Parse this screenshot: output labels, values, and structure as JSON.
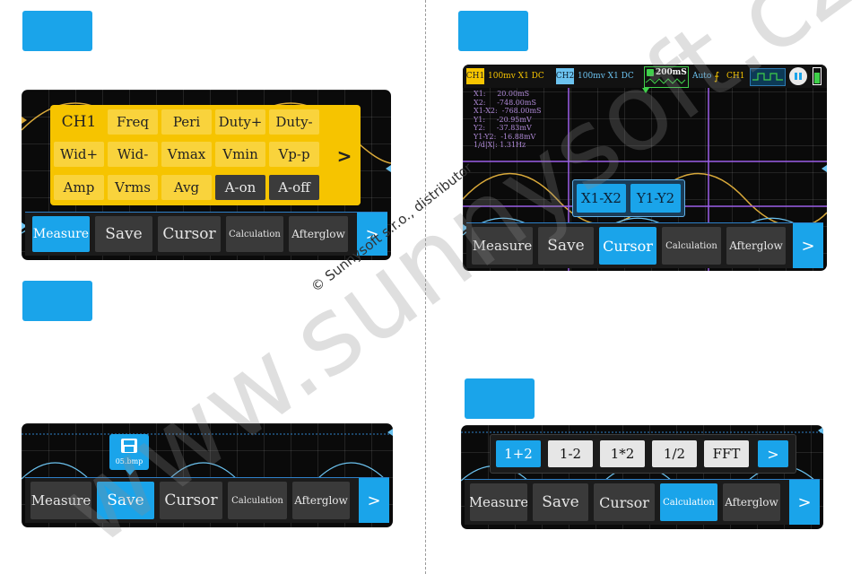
{
  "colors": {
    "accent": "#1aa4ea",
    "popup_yellow": "#f6c400",
    "screen": "#0a0a0a",
    "cursor_line": "#9b5ee8",
    "ch1_wave": "#d9a93a",
    "ch2_wave": "#6cc3f0"
  },
  "panel1": {
    "measure_grid": [
      [
        "CH1",
        "Freq",
        "Peri",
        "Duty+",
        "Duty-"
      ],
      [
        "Wid+",
        "Wid-",
        "Vmax",
        "Vmin",
        "Vp-p"
      ],
      [
        "Amp",
        "Vrms",
        "Avg",
        "A-on",
        "A-off"
      ]
    ],
    "next_glyph": ">",
    "menu": [
      "Measure",
      "Save",
      "Cursor",
      "Calculation",
      "Afterglow"
    ],
    "arrow": ">"
  },
  "panel2": {
    "status": {
      "ch1": "CH1",
      "ch1_settings": "100mv  X1  DC",
      "ch2": "CH2",
      "ch2_settings": "100mv  X1  DC",
      "timebase": "200mS",
      "trigger_mode": "Auto",
      "trigger_source": "CH1"
    },
    "readout": "X1:     20.00mS\nX2:     -748.00mS\nX1-X2:  -768.00mS\nY1:     -20.95mV\nY2:     -37.83mV\nY1-Y2:  -16.88mV\n1/d|X|: 1.31Hz",
    "cursor_buttons": [
      "X1-X2",
      "Y1-Y2"
    ],
    "menu": [
      "Measure",
      "Save",
      "Cursor",
      "Calculation",
      "Afterglow"
    ],
    "arrow": ">"
  },
  "panel3": {
    "save_file": "05.bmp",
    "menu": [
      "Measure",
      "Save",
      "Cursor",
      "Calculation",
      "Afterglow"
    ],
    "arrow": ">"
  },
  "panel4": {
    "calc_ops": [
      "1+2",
      "1-2",
      "1*2",
      "1/2",
      "FFT"
    ],
    "calc_next": ">",
    "menu": [
      "Measure",
      "Save",
      "Cursor",
      "Calculation",
      "Afterglow"
    ],
    "arrow": ">"
  },
  "watermark": {
    "small": "© Sunnysoft s.r.o., distributor",
    "large": "www.sunnysoft.cz"
  },
  "icons": [
    "save-icon",
    "pause-icon",
    "battery-icon",
    "trigger-edge-icon",
    "waveform-thumb-icon",
    "chevron-right-icon"
  ]
}
